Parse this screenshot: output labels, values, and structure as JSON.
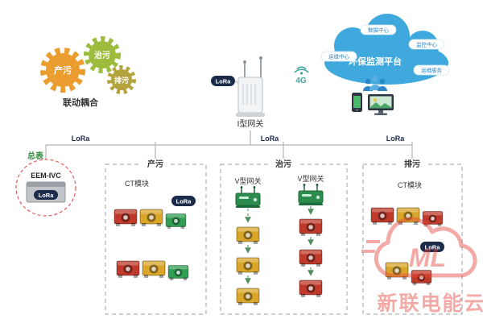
{
  "gears": {
    "gear1": "产污",
    "gear2": "治污",
    "gear3": "排污",
    "caption": "联动耦合"
  },
  "gateway": {
    "lora_badge": "LoRa",
    "net_badge": "4G",
    "label": "I型网关"
  },
  "cloud": {
    "title": "环保监测平台",
    "bubble_top": "数据中心",
    "bubble_left": "运维中心",
    "bubble_right_top": "监控中心",
    "bubble_right_bottom": "运维服务"
  },
  "bus": {
    "lora_left": "LoRa",
    "lora_mid": "LoRa",
    "lora_right": "LoRa"
  },
  "meter": {
    "tag": "总表",
    "model": "EEM-IVC",
    "lora_badge": "LoRa"
  },
  "sections": {
    "chanwu": {
      "title": "产污",
      "module_label": "CT模块",
      "lora_badge": "LoRa"
    },
    "zhiwu": {
      "title": "治污",
      "gateway_left": "V型网关",
      "gateway_right": "V型网关"
    },
    "paiwu": {
      "title": "排污",
      "module_label": "CT模块",
      "lora_badge": "LoRa"
    }
  },
  "watermark": {
    "logo_text": "ML",
    "brand": "新联电能云"
  },
  "colors": {
    "ct_red": "#c03a2b",
    "ct_yellow": "#d9a62a",
    "ct_green": "#2f9e52",
    "cloud_blue": "#3fa9dd",
    "gear_orange": "#ec9d2f",
    "gear_green": "#9dbc3e",
    "gear_olive": "#b2a33d",
    "badge_navy": "#1d2b4a",
    "watermark_red": "#e6453c"
  }
}
